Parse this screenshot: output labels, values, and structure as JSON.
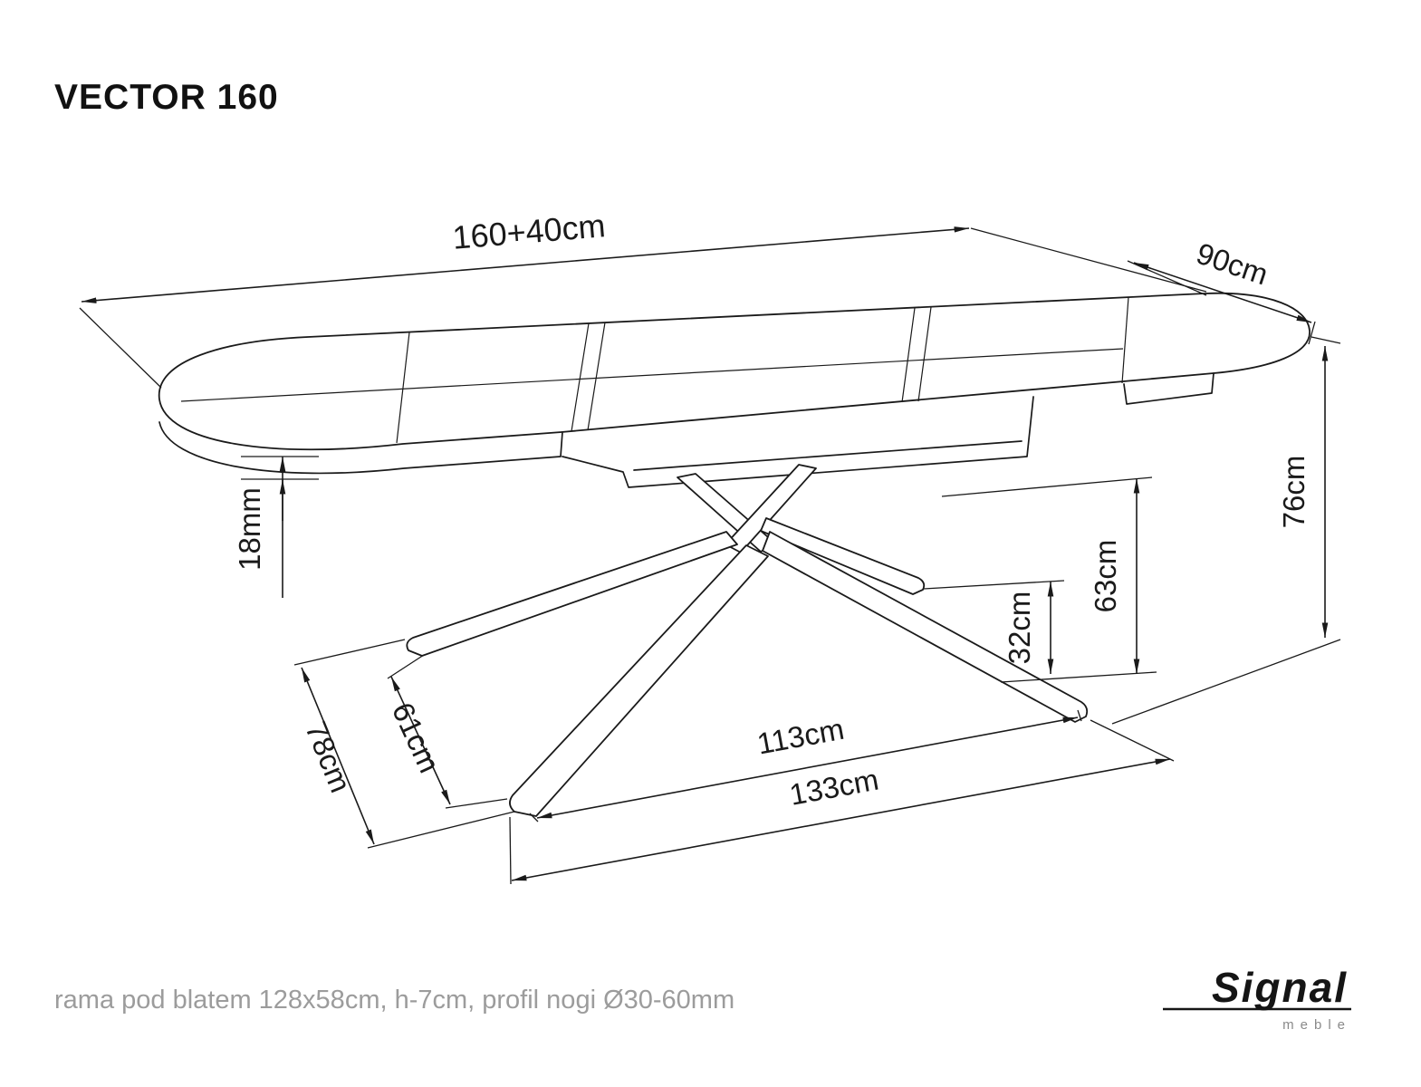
{
  "title": "VECTOR 160",
  "dimensions": {
    "length": "160+40cm",
    "depth": "90cm",
    "height": "76cm",
    "frame_height": "63cm",
    "hub_height": "32cm",
    "top_thickness": "18mm",
    "base_depth_outer": "78cm",
    "base_depth_inner": "61cm",
    "base_span_inner": "113cm",
    "base_span_outer": "133cm"
  },
  "footer": {
    "note": "rama pod blatem 128x58cm, h-7cm, profil nogi Ø30-60mm"
  },
  "logo": {
    "brand": "Signal",
    "sub": "meble"
  },
  "colors": {
    "line": "#1a1a1a",
    "muted_text": "#9c9c9c",
    "background": "#ffffff"
  }
}
